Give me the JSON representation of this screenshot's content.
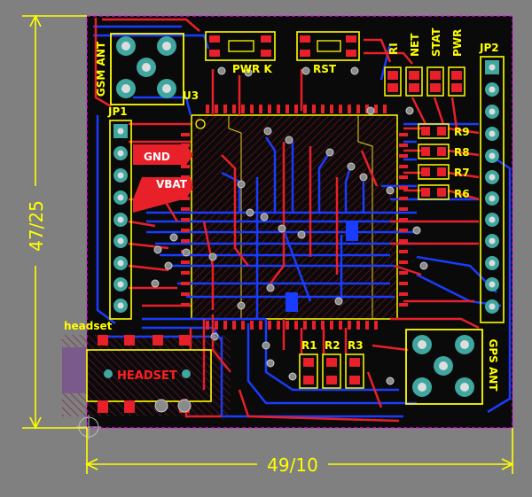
{
  "dimensions": {
    "width_label": "49/10",
    "height_label": "47/25"
  },
  "colors": {
    "board": "#0a0a0a",
    "top_copper": "#e8202a",
    "bottom_copper": "#1a3cff",
    "silkscreen": "#ffff00",
    "outline": "#ff00ff",
    "pad": "#3fa7a0",
    "background": "#808080"
  },
  "components": {
    "gsm_ant": "GSM ANT",
    "u3": "U3",
    "pwr_k": "PWR K",
    "rst": "RST",
    "ri": "RI",
    "net": "NET",
    "stat": "STAT",
    "pwr": "PWR",
    "jp1": "JP1",
    "jp2": "JP2",
    "r9": "R9",
    "r8": "R8",
    "r7": "R7",
    "r6": "R6",
    "gnd": "GND",
    "vbat": "VBAT",
    "headset_top": "headset",
    "headset_body": "HEADSET",
    "r1": "R1",
    "r2": "R2",
    "r3": "R3",
    "gps_ant": "GPS ANT"
  }
}
